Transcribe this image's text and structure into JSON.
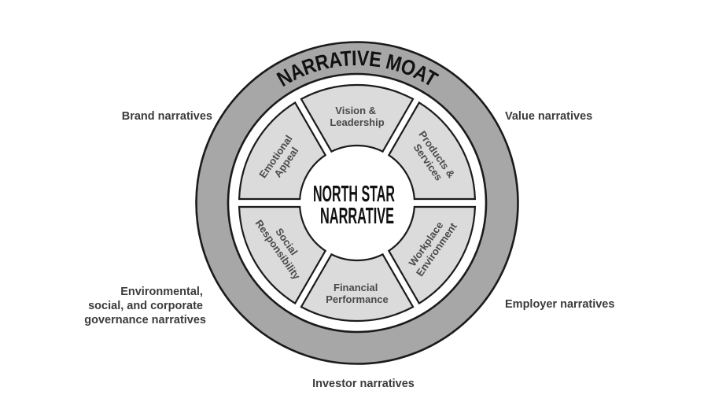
{
  "diagram": {
    "ring_title": "NARRATIVE MOAT",
    "center": {
      "line1": "NORTH STAR",
      "line2": "NARRATIVE"
    },
    "segments": [
      {
        "id": "vision-leadership",
        "line1": "Vision &",
        "line2": "Leadership"
      },
      {
        "id": "products-services",
        "line1": "Products &",
        "line2": "Services"
      },
      {
        "id": "workplace-environment",
        "line1": "Workplace",
        "line2": "Environment"
      },
      {
        "id": "financial-performance",
        "line1": "Financial",
        "line2": "Performance"
      },
      {
        "id": "social-responsibility",
        "line1": "Social",
        "line2": "Responsibility"
      },
      {
        "id": "emotional-appeal",
        "line1": "Emotional",
        "line2": "Appeal"
      }
    ],
    "outside_labels": {
      "brand": "Brand narratives",
      "value": "Value narratives",
      "esg": {
        "line1": "Environmental,",
        "line2": "social, and corporate",
        "line3": "governance narratives"
      },
      "employer": "Employer narratives",
      "investor": "Investor narratives"
    },
    "colors": {
      "moat_ring": "#a7a7a7",
      "segment_fill": "#dbdbdb",
      "outline": "#1b1b1b",
      "segment_label_text": "#4a4a4a",
      "outside_label_text": "#3b3b3b",
      "title_text": "#111111",
      "background": "#ffffff"
    }
  }
}
